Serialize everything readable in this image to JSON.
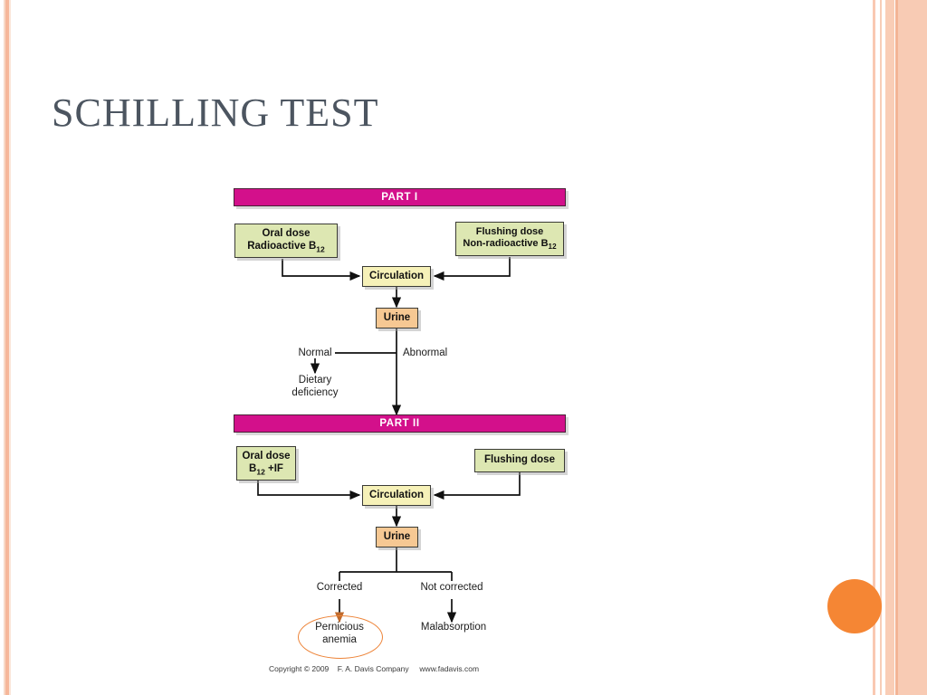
{
  "slide": {
    "title": "SCHILLING TEST",
    "background_color": "#ffffff",
    "accent_color": "#f58634",
    "stripe_color": "#f8cbb4"
  },
  "diagram": {
    "type": "flowchart",
    "banner_color": "#d3108b",
    "box_colors": {
      "input": "#dde7b2",
      "circulation": "#f6f1b8",
      "urine": "#f6c893",
      "highlight_ring": "#ed8337"
    },
    "part1": {
      "banner": "PART I",
      "oral_dose": {
        "line1": "Oral dose",
        "line2_pre": "Radioactive B",
        "line2_sub": "12"
      },
      "flushing_dose": {
        "line1": "Flushing dose",
        "line2_pre": "Non-radioactive B",
        "line2_sub": "12"
      },
      "circulation": "Circulation",
      "urine": "Urine",
      "normal": "Normal",
      "abnormal": "Abnormal",
      "dietary_deficiency": "Dietary\ndeficiency"
    },
    "part2": {
      "banner": "PART II",
      "oral_dose": {
        "line1": "Oral dose",
        "line2_pre": "B",
        "line2_sub": "12",
        "line2_post": " +IF"
      },
      "flushing_dose": {
        "line1": "Flushing dose"
      },
      "circulation": "Circulation",
      "urine": "Urine",
      "corrected": "Corrected",
      "not_corrected": "Not corrected",
      "pernicious_anemia": "Pernicious\nanemia",
      "malabsorption": "Malabsorption"
    }
  },
  "footer": {
    "copyright": "Copyright © 2009    F. A. Davis Company     www.fadavis.com"
  }
}
